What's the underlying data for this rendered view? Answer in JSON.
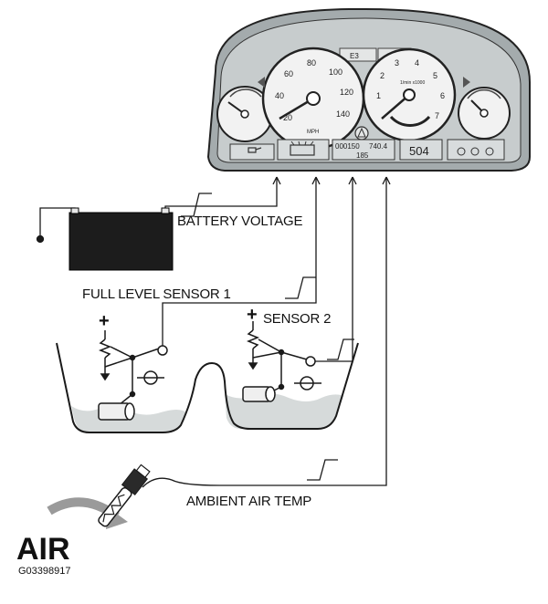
{
  "labels": {
    "battery_voltage": "BATTERY VOLTAGE",
    "full_level_sensor_1": "FULL LEVEL SENSOR 1",
    "sensor_2": "SENSOR 2",
    "ambient_air_temp": "AMBIENT AIR TEMP",
    "air": "AIR",
    "figure_id": "G03398917"
  },
  "cluster": {
    "speedometer_ticks": [
      "20",
      "40",
      "60",
      "80",
      "100",
      "120",
      "140"
    ],
    "speedometer_unit": "MPH",
    "tachometer_ticks": [
      "1",
      "2",
      "3",
      "4",
      "5",
      "6",
      "7"
    ],
    "tachometer_unit": "1/min x1000",
    "odometer": "000150",
    "trip": "185",
    "clock": "740.4",
    "display_code": "504"
  },
  "symbols": {
    "battery_plus": "+",
    "sensor_plus": "+"
  },
  "colors": {
    "line": "#1a1a1a",
    "fluid": "#d8dcdc",
    "battery": "#1c1c1c",
    "cluster_bezel": "#9aa1a3",
    "gauge_face": "#f2f2f2"
  }
}
